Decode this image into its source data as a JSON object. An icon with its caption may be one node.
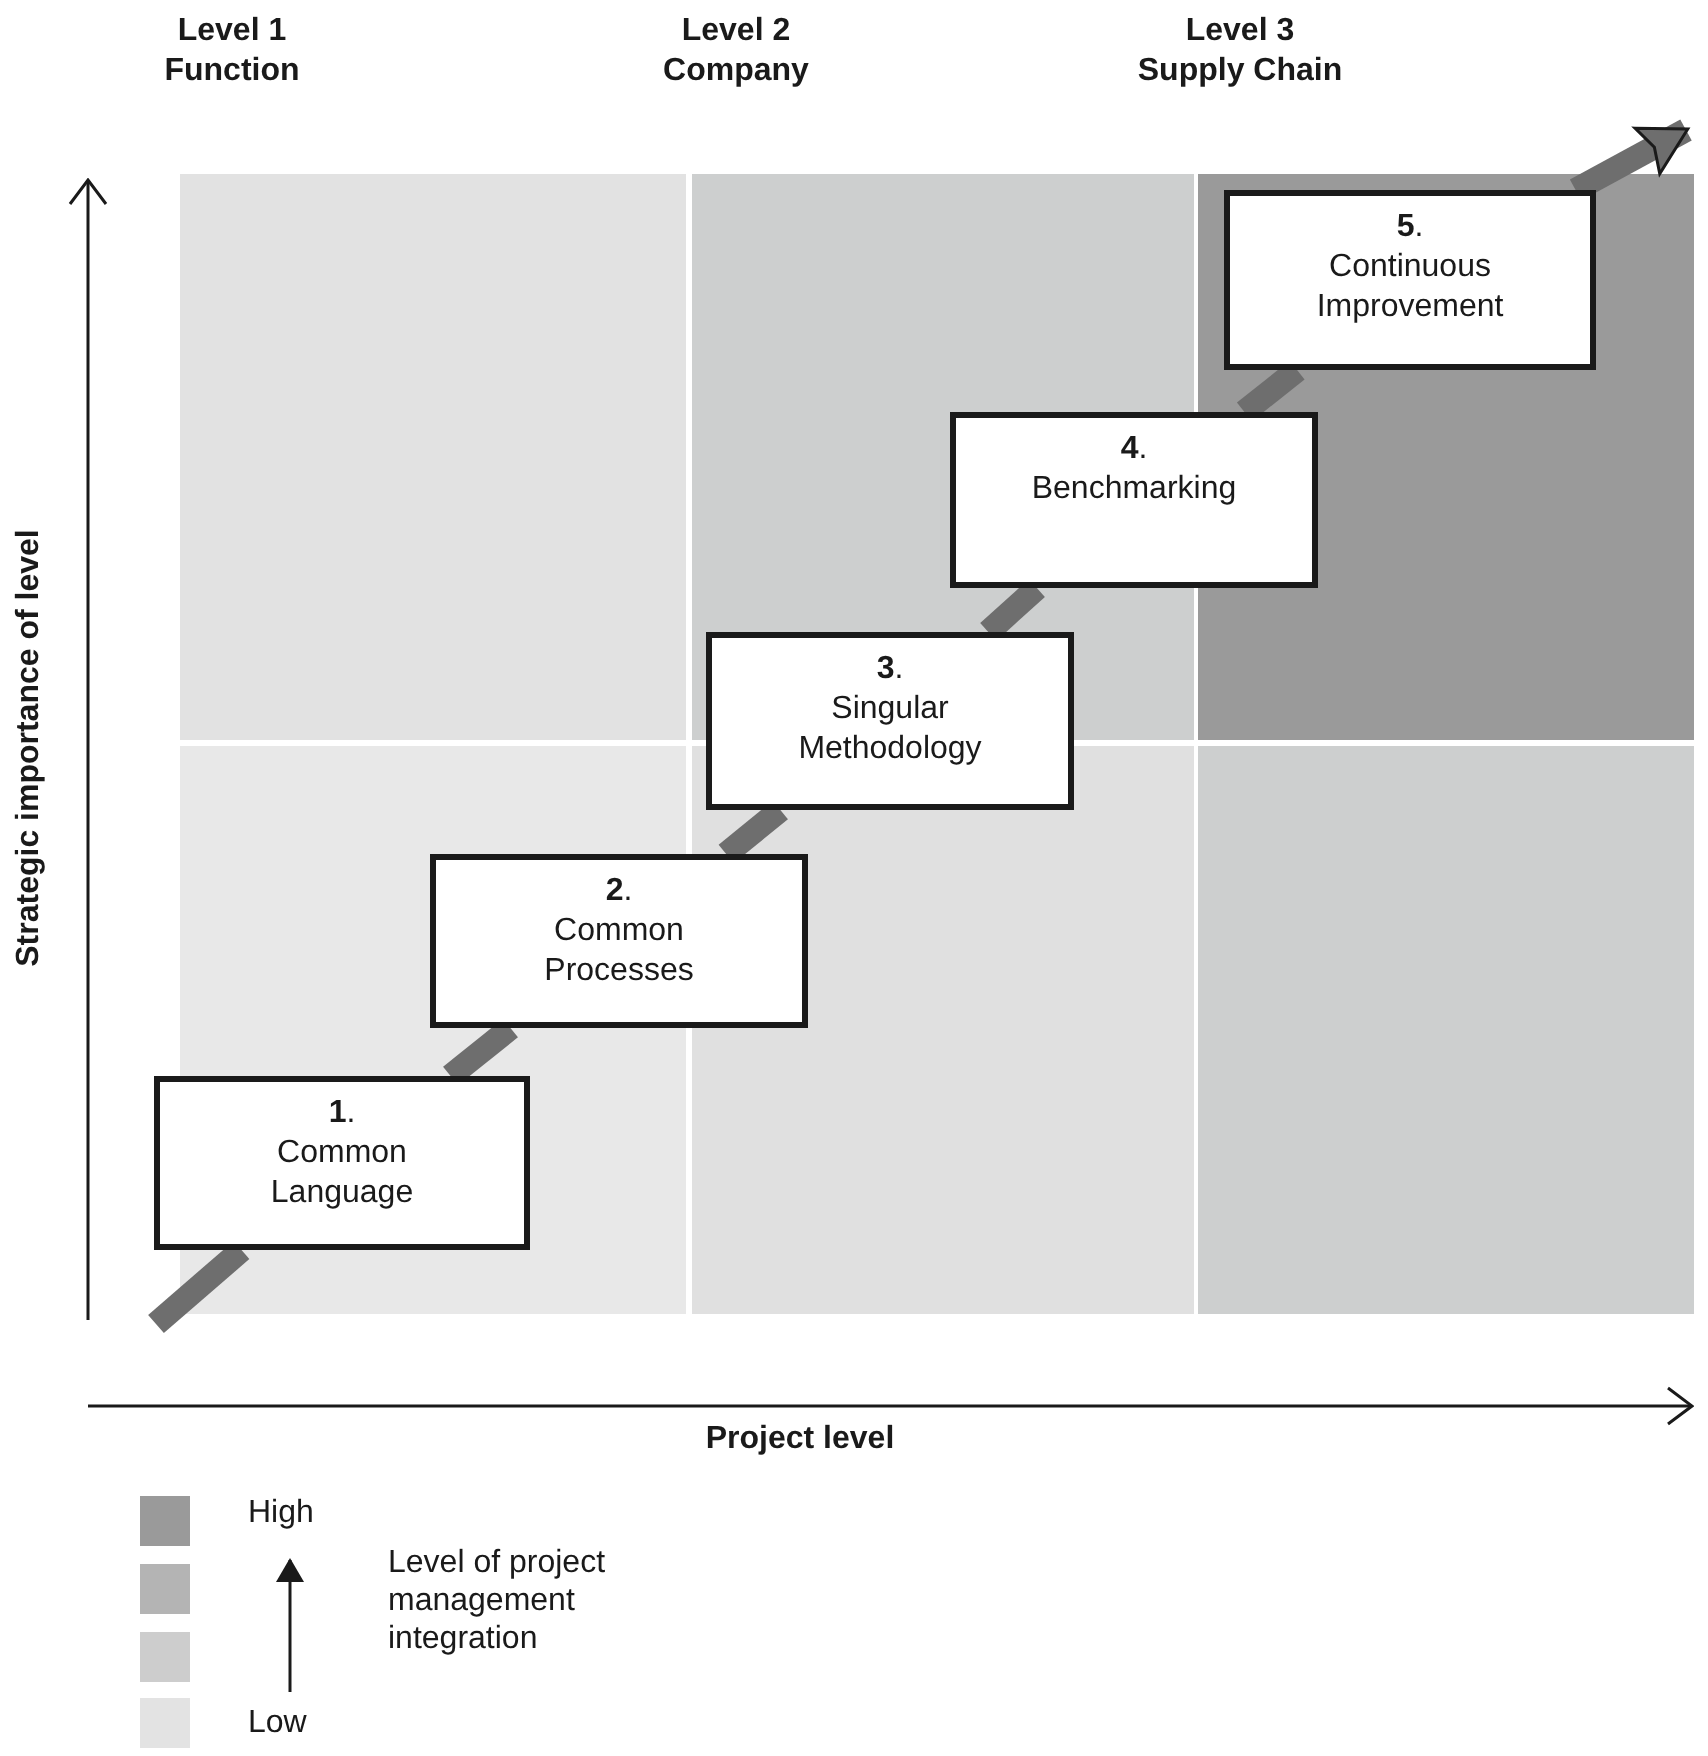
{
  "diagram": {
    "nodes": [
      {
        "text": [
          "**1**.",
          "Common Language"
        ]
      },
      {
        "text": [
          "**2**.",
          "Common Processes"
        ]
      },
      {
        "text": [
          "**3**.",
          "Singular Methodology"
        ]
      },
      {
        "text": [
          "**4**.",
          "Benchmarking"
        ]
      },
      {
        "text": [
          "**5**.",
          "Continuous Improvement"
        ]
      }
    ],
    "edges": [
      {
        "from": null,
        "to": 0,
        "arrow": "none"
      },
      {
        "from": 0,
        "to": 1,
        "arrow": "none"
      },
      {
        "from": 1,
        "to": 2,
        "arrow": "none"
      },
      {
        "from": 2,
        "to": 3,
        "arrow": "none"
      },
      {
        "from": 3,
        "to": 4,
        "arrow": "none"
      },
      {
        "from": 4,
        "to": null,
        "arrow": "to"
      }
    ],
    "labels": [
      "Level 1 Function",
      "Level 2 Company",
      "Level 3 Supply Chain",
      "Strategic importance of level",
      "Project level",
      "Level of project management integration"
    ],
    "legend": [
      {
        "text": "High",
        "color": "#9a9a9a"
      },
      {
        "text": "Low",
        "color": "#e3e3e3"
      }
    ]
  }
}
